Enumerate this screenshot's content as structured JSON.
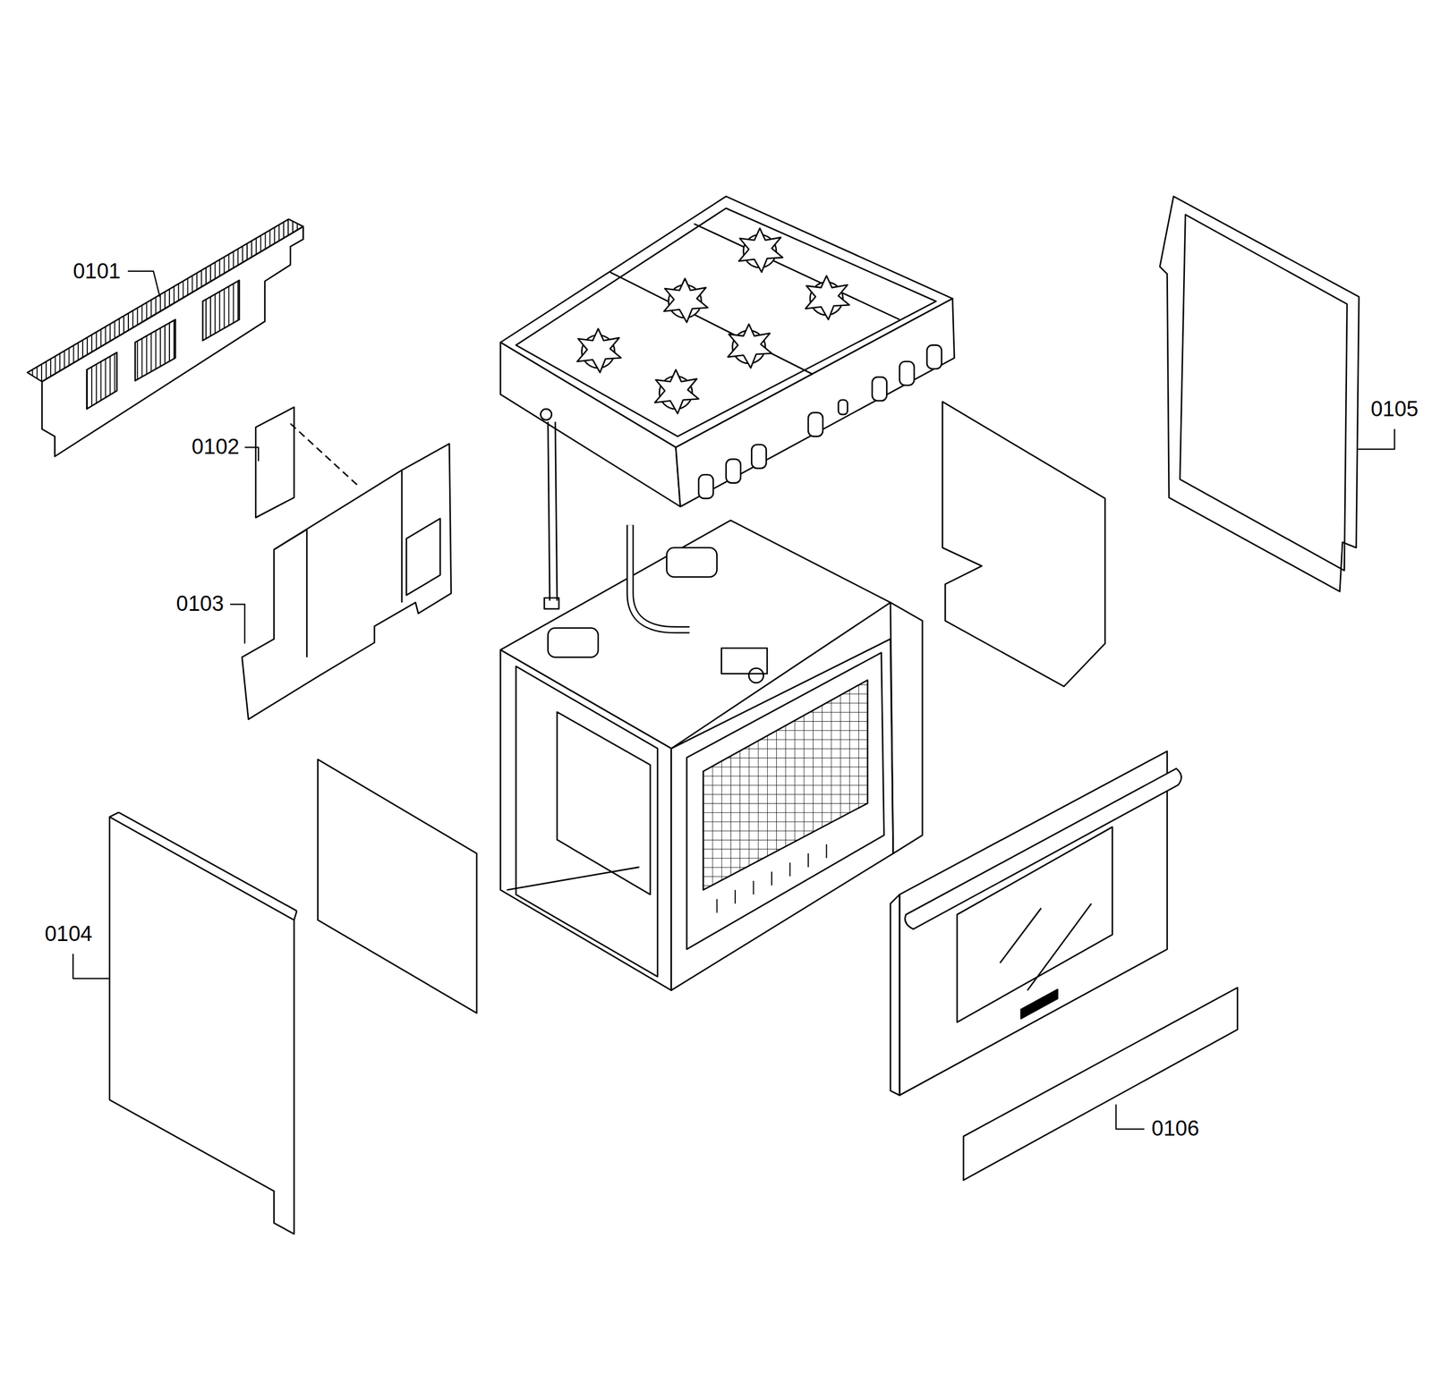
{
  "diagram": {
    "labels": [
      "0101",
      "0102",
      "0103",
      "0104",
      "0105",
      "0106"
    ]
  }
}
